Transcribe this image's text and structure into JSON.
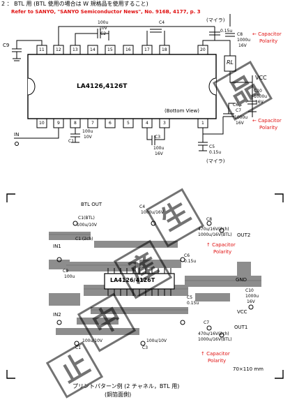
{
  "header": {
    "title": "2 ： BTL 用 (BTL 使用の場合は W 規格品を使用すること)",
    "reference": "Refer to SANYO, \"SANYO Semiconductor News\", No. 916B, 4177, p. 3"
  },
  "schematic": {
    "ic_label": "LA4126,4126T",
    "bottom_view": "(Bottom View)",
    "top_pins": [
      "11",
      "12",
      "13",
      "14",
      "15",
      "16",
      "17",
      "18",
      "20"
    ],
    "bottom_pins": [
      "10",
      "9",
      "8",
      "7",
      "6",
      "5",
      "4",
      "3",
      "1"
    ],
    "mylar_1": "(マイラ)",
    "mylar_2": "(マイラ)",
    "rl": "RL",
    "vcc": "VCC",
    "in": "IN",
    "c9": "C9",
    "c4": "C4",
    "c8": "C8",
    "c2": {
      "name": "C2",
      "value": "100u",
      "voltage": "10V"
    },
    "c4_value": {
      "value": "0.15u"
    },
    "c8_value": {
      "value": "1000u",
      "voltage": "16V"
    },
    "c7": {
      "name": "C7",
      "value": "1000u",
      "voltage": "16V"
    },
    "c10": {
      "name": "C10",
      "value": "1000u",
      "voltage": "16V"
    },
    "c6": "C6",
    "c1": {
      "name": "C1",
      "value": "100u",
      "voltage": "10V"
    },
    "c3": {
      "name": "C3",
      "value": "100u",
      "voltage": "16V"
    },
    "c5": {
      "name": "C5",
      "value": "0.15u"
    },
    "annotation_1": {
      "line1": "← Capacitor",
      "line2": "Polarity"
    },
    "annotation_2": {
      "line1": "← Capacitor",
      "line2": "Polarity"
    }
  },
  "pcb": {
    "btl_out": "BTL OUT",
    "c4_label": "C4",
    "c4_val": "1000u/16V",
    "c1_btl": "C1(BTL)",
    "c1_btl_val": "100u/10V",
    "c1_2ch": "C1 (2ch)",
    "c8_label": "C8",
    "c8_a": "470u/16V(2ch)",
    "c8_b": "1000u/16V(BTL)",
    "out2": "OUT2",
    "in1": "IN1",
    "cap_pol_1": {
      "line1": "↑ Capacitor",
      "line2": "Polarity"
    },
    "c6_label": "C6",
    "c6_val": "0.15u",
    "c9_label": "C9",
    "c9_val": "100u",
    "gnd": "GND",
    "ic_label": "LA4126/4126T",
    "c10_label": "C10",
    "c10_val": "1000u",
    "c10_v": "16V",
    "c5_label": "C5",
    "c5_val": "0.15u",
    "vcc": "VCC",
    "in2": "IN2",
    "c7_label": "C7",
    "c7_a": "470u/16V(2ch)",
    "c7_b": "1000u/16V(BTL)",
    "out1": "OUT1",
    "c1b_label": "C1",
    "c1b_val": "100u/10V",
    "c3_label": "C3",
    "c3_val": "100u/10V",
    "cap_pol_2": {
      "line1": "↑ Capacitor",
      "line2": "Polarity"
    },
    "size": "70×110 mm",
    "caption": "プリントパターン例 (2 チャネル，BTL 用)",
    "caption_sub": "(銅箔面側)"
  },
  "watermark": {
    "chars": [
      "生",
      "産",
      "中",
      "止",
      "品"
    ]
  },
  "colors": {
    "annotation": "#e01010",
    "ink": "#000000",
    "pcb_trace": "#7a7a7a"
  }
}
